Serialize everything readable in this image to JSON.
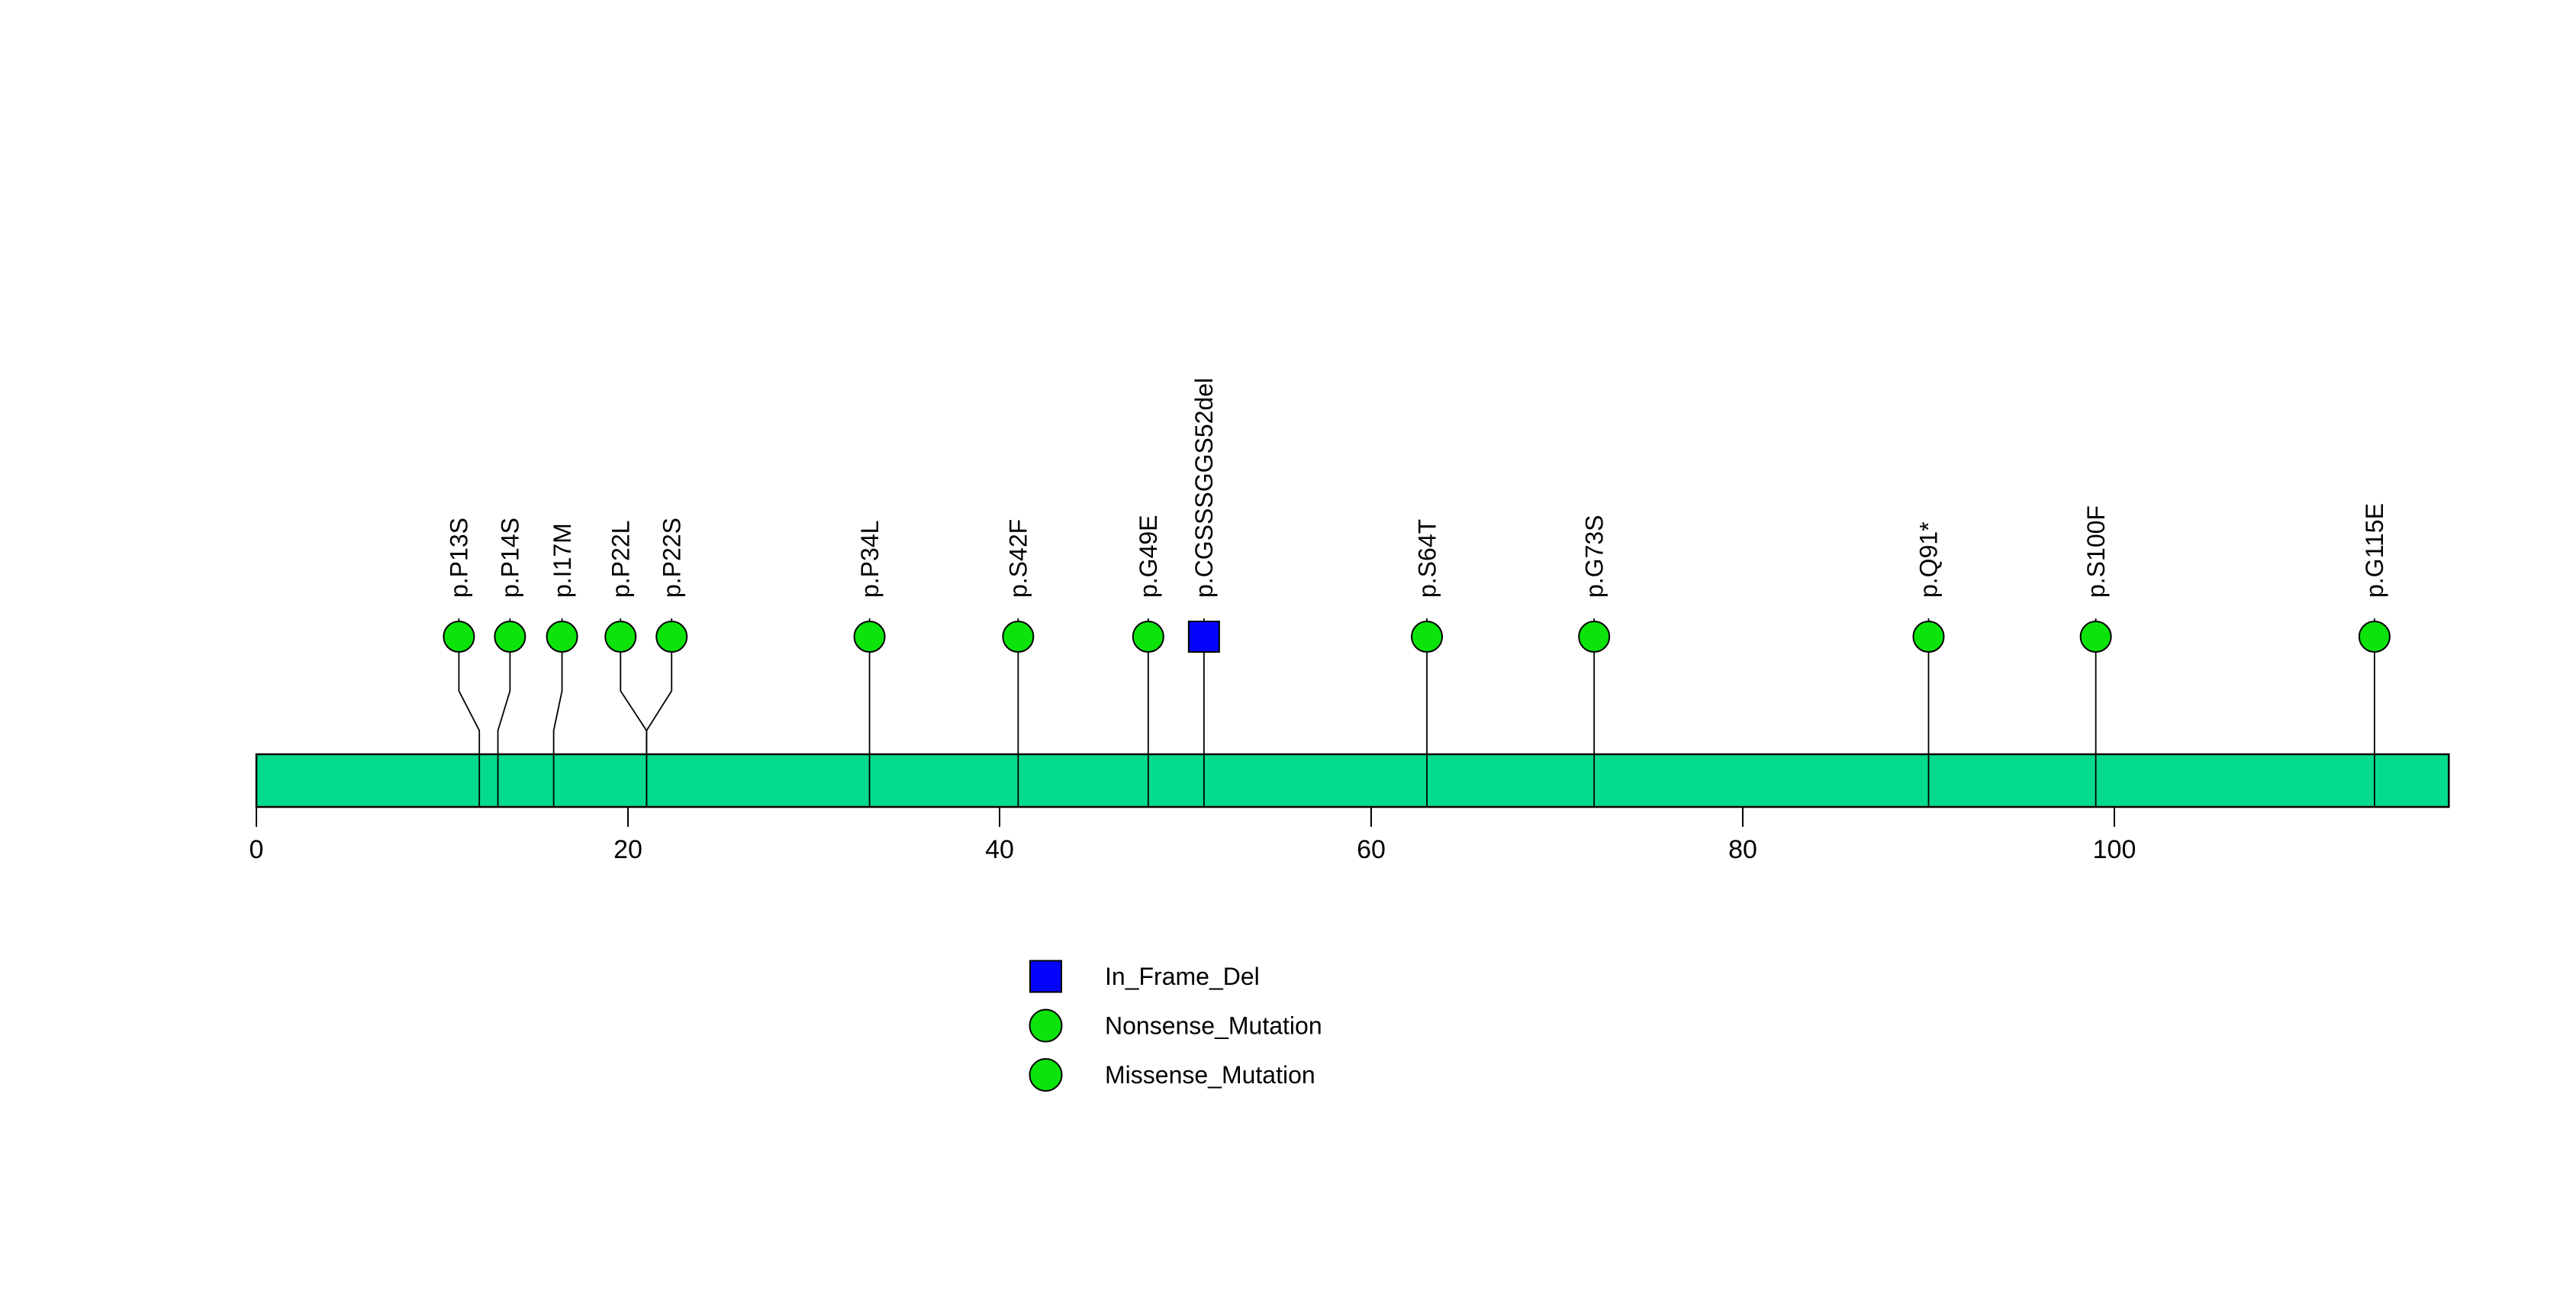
{
  "chart_data": {
    "type": "lollipop",
    "title": "",
    "x_ticks": [
      0,
      20,
      40,
      60,
      80,
      100
    ],
    "protein_bar": {
      "axis_start": 0,
      "axis_end": 118,
      "color": "#05DB8C"
    },
    "marker_colors": {
      "Missense_Mutation": "#0BE30B",
      "Nonsense_Mutation": "#0BE30B",
      "In_Frame_Del": "#0404FA"
    },
    "mutations": [
      {
        "label": "p.P13S",
        "residue": 13,
        "class": "Missense_Mutation",
        "marker": "circle",
        "lollipop_x": 10.9,
        "stem_x": 12
      },
      {
        "label": "p.P14S",
        "residue": 14,
        "class": "Missense_Mutation",
        "marker": "circle",
        "lollipop_x": 13.65,
        "stem_x": 13
      },
      {
        "label": "p.I17M",
        "residue": 17,
        "class": "Missense_Mutation",
        "marker": "circle",
        "lollipop_x": 16.45,
        "stem_x": 16
      },
      {
        "label": "p.P22L",
        "residue": 22,
        "class": "Missense_Mutation",
        "marker": "circle",
        "lollipop_x": 19.6,
        "stem_x": 21
      },
      {
        "label": "p.P22S",
        "residue": 22,
        "class": "Missense_Mutation",
        "marker": "circle",
        "lollipop_x": 22.35,
        "stem_x": 21
      },
      {
        "label": "p.P34L",
        "residue": 34,
        "class": "Missense_Mutation",
        "marker": "circle",
        "lollipop_x": 33,
        "stem_x": 33
      },
      {
        "label": "p.S42F",
        "residue": 42,
        "class": "Missense_Mutation",
        "marker": "circle",
        "lollipop_x": 41,
        "stem_x": 41
      },
      {
        "label": "p.G49E",
        "residue": 49,
        "class": "Missense_Mutation",
        "marker": "circle",
        "lollipop_x": 48,
        "stem_x": 48
      },
      {
        "label": "p.CGSSSGGS52del",
        "residue": 52,
        "class": "In_Frame_Del",
        "marker": "square",
        "lollipop_x": 51,
        "stem_x": 51
      },
      {
        "label": "p.S64T",
        "residue": 64,
        "class": "Missense_Mutation",
        "marker": "circle",
        "lollipop_x": 63,
        "stem_x": 63
      },
      {
        "label": "p.G73S",
        "residue": 73,
        "class": "Missense_Mutation",
        "marker": "circle",
        "lollipop_x": 72,
        "stem_x": 72
      },
      {
        "label": "p.Q91*",
        "residue": 91,
        "class": "Nonsense_Mutation",
        "marker": "circle",
        "lollipop_x": 90,
        "stem_x": 90
      },
      {
        "label": "p.S100F",
        "residue": 100,
        "class": "Missense_Mutation",
        "marker": "circle",
        "lollipop_x": 99,
        "stem_x": 99
      },
      {
        "label": "p.G115E",
        "residue": 115,
        "class": "Missense_Mutation",
        "marker": "circle",
        "lollipop_x": 114,
        "stem_x": 114
      }
    ],
    "legend": [
      {
        "label": "In_Frame_Del",
        "marker": "square",
        "color": "#0404FA"
      },
      {
        "label": "Nonsense_Mutation",
        "marker": "circle",
        "color": "#0BE30B"
      },
      {
        "label": "Missense_Mutation",
        "marker": "circle",
        "color": "#0BE30B"
      }
    ],
    "legend_position": "bottom-center",
    "grid": false
  }
}
